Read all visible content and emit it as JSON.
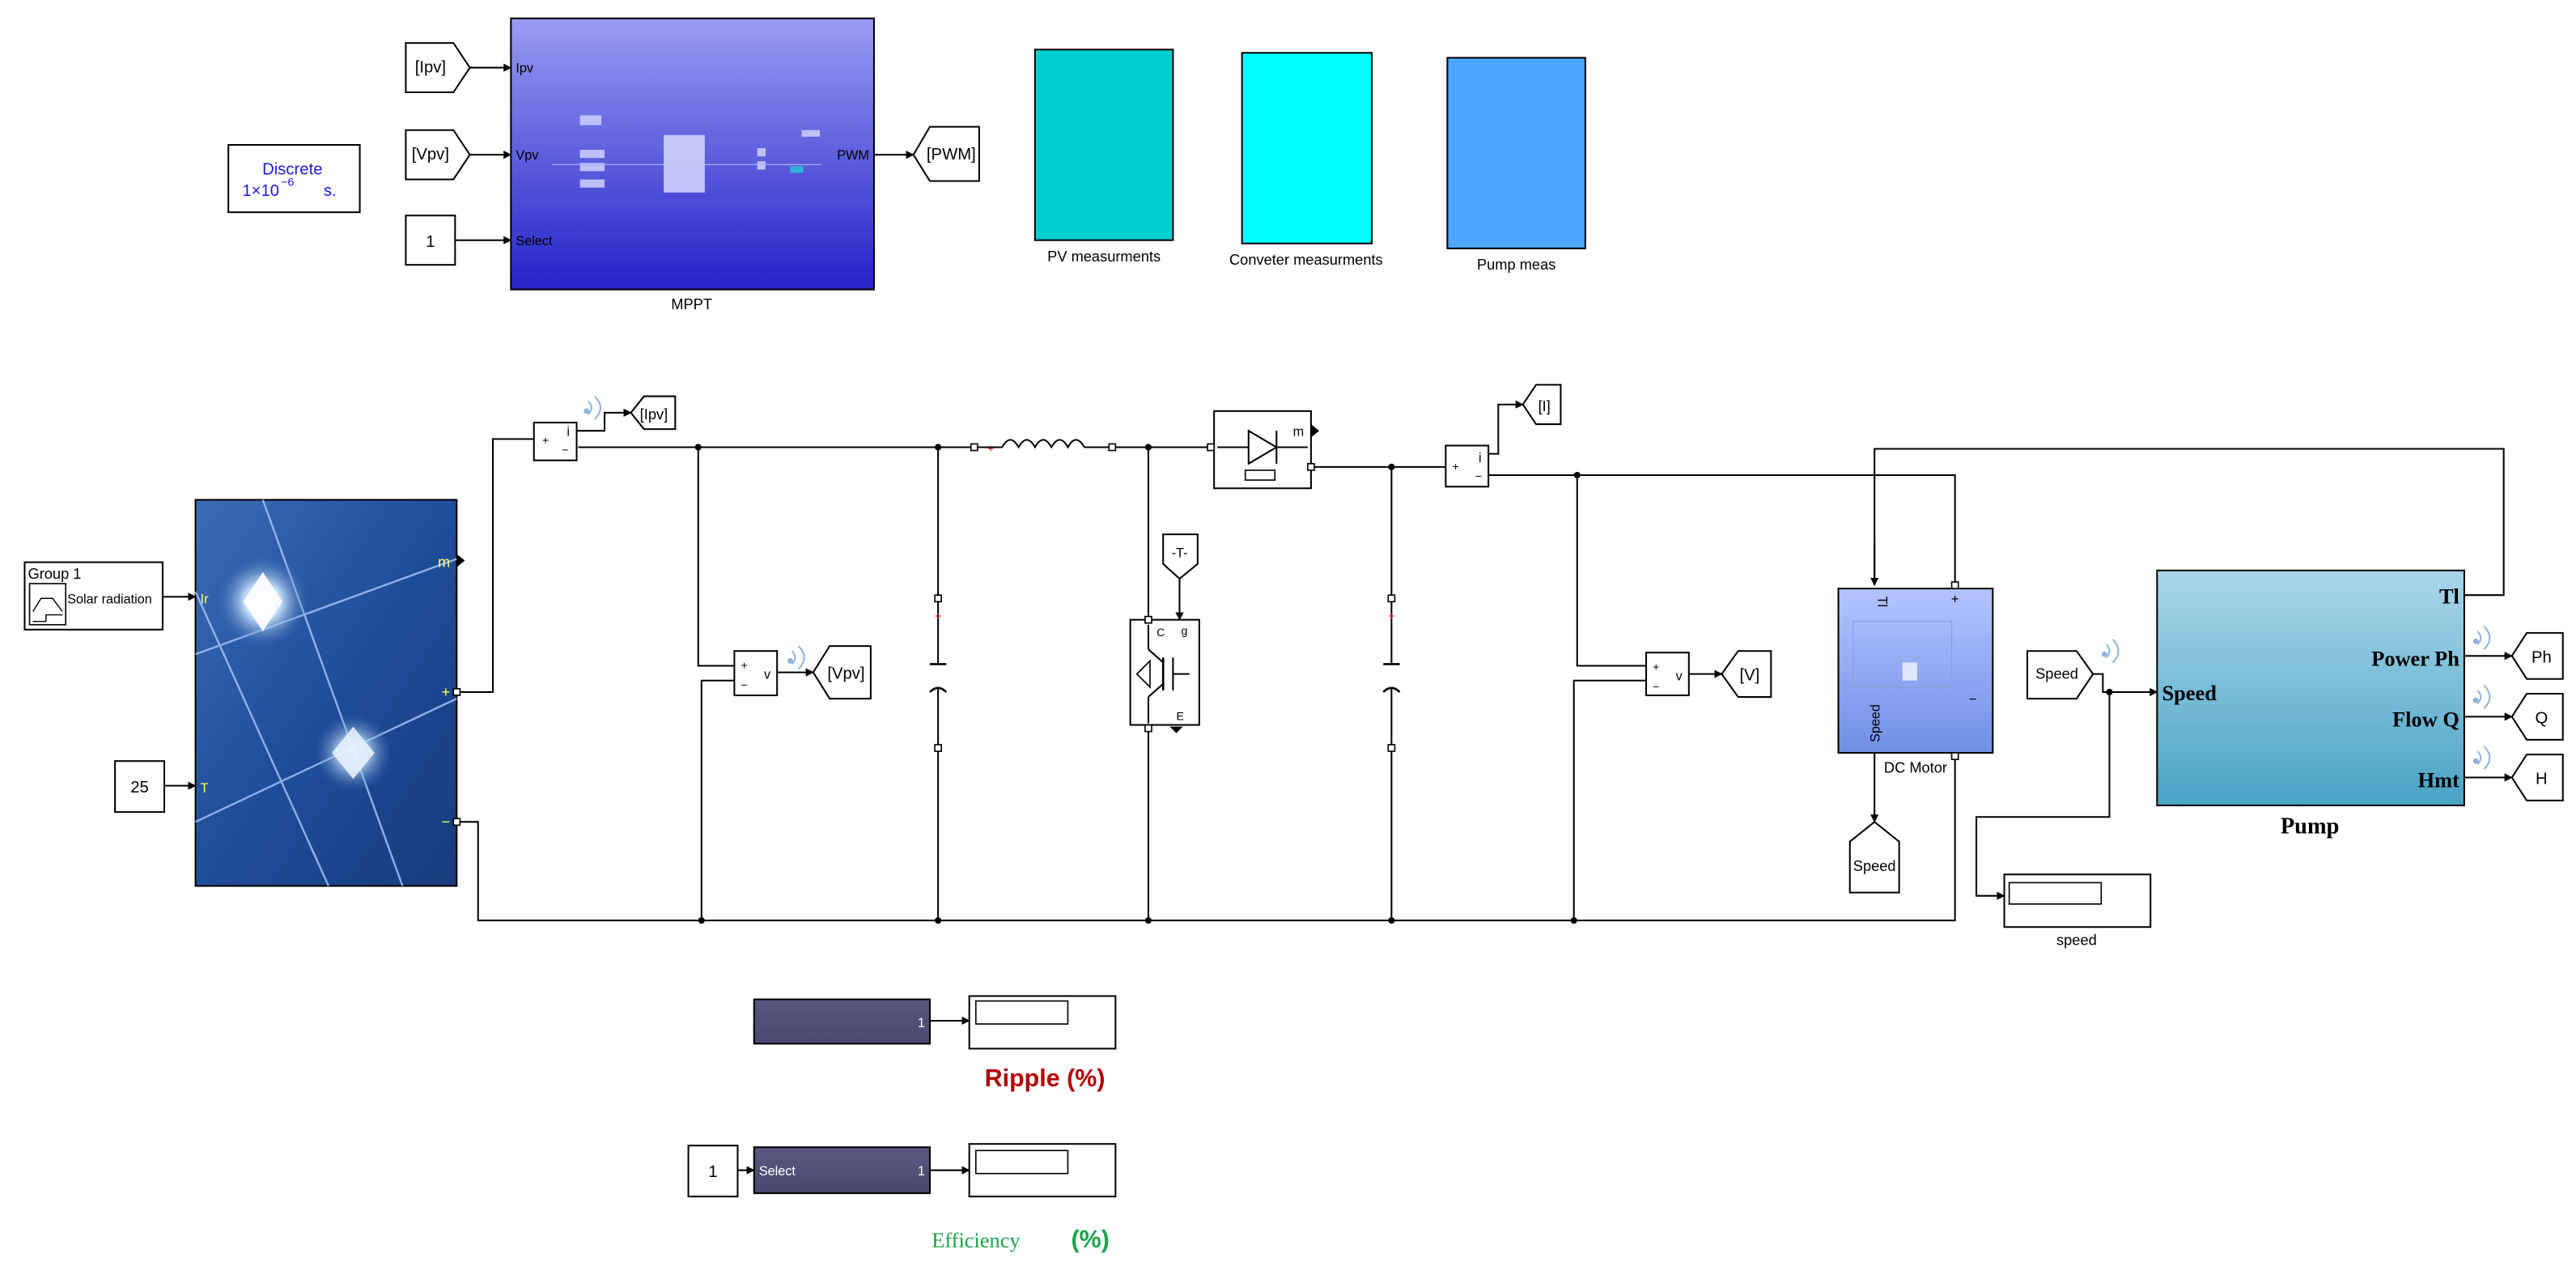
{
  "solver": {
    "line1": "Discrete",
    "line2": "1×10",
    "exponent": "−6",
    "unit": "s."
  },
  "mppt": {
    "title": "MPPT",
    "in_ipv": "Ipv",
    "in_vpv": "Vpv",
    "in_select": "Select",
    "out_pwm": "PWM"
  },
  "tags": {
    "ipv_from": "[Ipv]",
    "vpv_from": "[Vpv]",
    "pwm_goto": "[PWM]",
    "ipv_goto": "[Ipv]",
    "vpv_goto": "[Vpv]",
    "i_goto": "[I]",
    "v_goto": "[V]",
    "ph_goto": "Ph",
    "q_goto": "Q",
    "h_goto": "H",
    "speed_from": "Speed",
    "speed_goto": "Speed",
    "gate_from": "-T-"
  },
  "constants": {
    "select_const": "1",
    "temperature": "25",
    "eff_const": "1"
  },
  "subsystems": {
    "pv_meas": "PV measurments",
    "conv_meas": "Conveter measurments",
    "pump_meas": "Pump meas"
  },
  "colors": {
    "pv_meas": "#00cfcf",
    "conv_meas": "#00ffff",
    "pump_meas": "#4da6ff",
    "mppt_top": "#9a9cf2",
    "mppt_bottom": "#2323c8",
    "ripple": "#b30000",
    "efficiency": "#1aa34a"
  },
  "group": {
    "title": "Group 1",
    "signal": "Solar radiation"
  },
  "pv_panel": {
    "port_ir": "Ir",
    "port_t": "T",
    "port_m": "m",
    "port_plus": "+",
    "port_minus": "−"
  },
  "sensors": {
    "current_label": "i",
    "voltage_label": "v",
    "plus": "+",
    "minus": "−"
  },
  "diode": {
    "port_m": "m"
  },
  "igbt": {
    "port_g": "g",
    "port_c": "C",
    "port_e": "E"
  },
  "motor": {
    "title": "DC Motor",
    "port_tl": "Tl",
    "port_speed": "Speed",
    "port_plus": "+",
    "port_minus": "−"
  },
  "pump": {
    "title": "Pump",
    "in_speed": "Speed",
    "in_tl": "Tl",
    "out_ph": "Power Ph",
    "out_q": "Flow Q",
    "out_hmt": "Hmt"
  },
  "scope_speed": {
    "title": "speed"
  },
  "ripple": {
    "title": "Ripple (%)",
    "block_port": "1"
  },
  "efficiency": {
    "title_word": "Efficiency",
    "title_unit": "(%)",
    "block_in": "Select",
    "block_port": "1"
  }
}
